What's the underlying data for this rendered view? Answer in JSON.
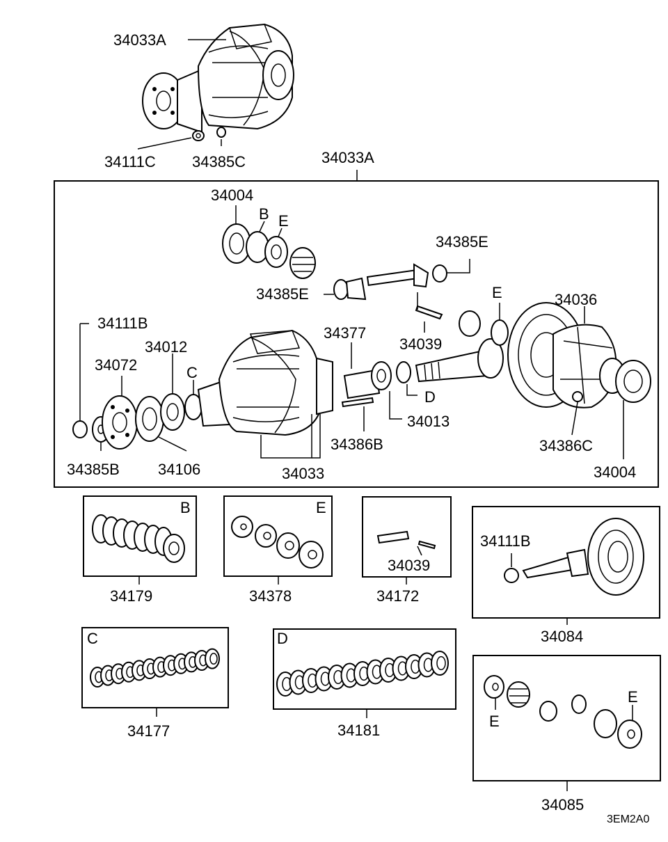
{
  "labels": {
    "top_assy": "34033A",
    "top_nut": "34111C",
    "top_washer": "34385C",
    "frame_title": "34033A",
    "bearing_top": "34004",
    "letter_b_top": "B",
    "letter_e_top": "E",
    "washer_right": "34385E",
    "washer_left": "34385E",
    "nut_left": "34111B",
    "bearing_mid": "34012",
    "flange": "34072",
    "letter_c": "C",
    "spacer": "34377",
    "pin": "34039",
    "letter_e_mid": "E",
    "case": "34036",
    "letter_d": "D",
    "bearing_cup": "34013",
    "bolt_b": "34386B",
    "bolt_c": "34386C",
    "bearing_right": "34004",
    "washer_b": "34385B",
    "seal": "34106",
    "carrier": "34033"
  },
  "kits": [
    {
      "letter": "B",
      "number": "34179"
    },
    {
      "letter": "E",
      "number": "34378"
    },
    {
      "letter": "",
      "inner": "34039",
      "number": "34172"
    },
    {
      "letter": "",
      "inner": "34111B",
      "number": "34084"
    },
    {
      "letter": "C",
      "number": "34177"
    },
    {
      "letter": "D",
      "number": "34181"
    },
    {
      "letter": "E",
      "letter2": "E",
      "number": "34085"
    }
  ],
  "code": "3EM2A0"
}
